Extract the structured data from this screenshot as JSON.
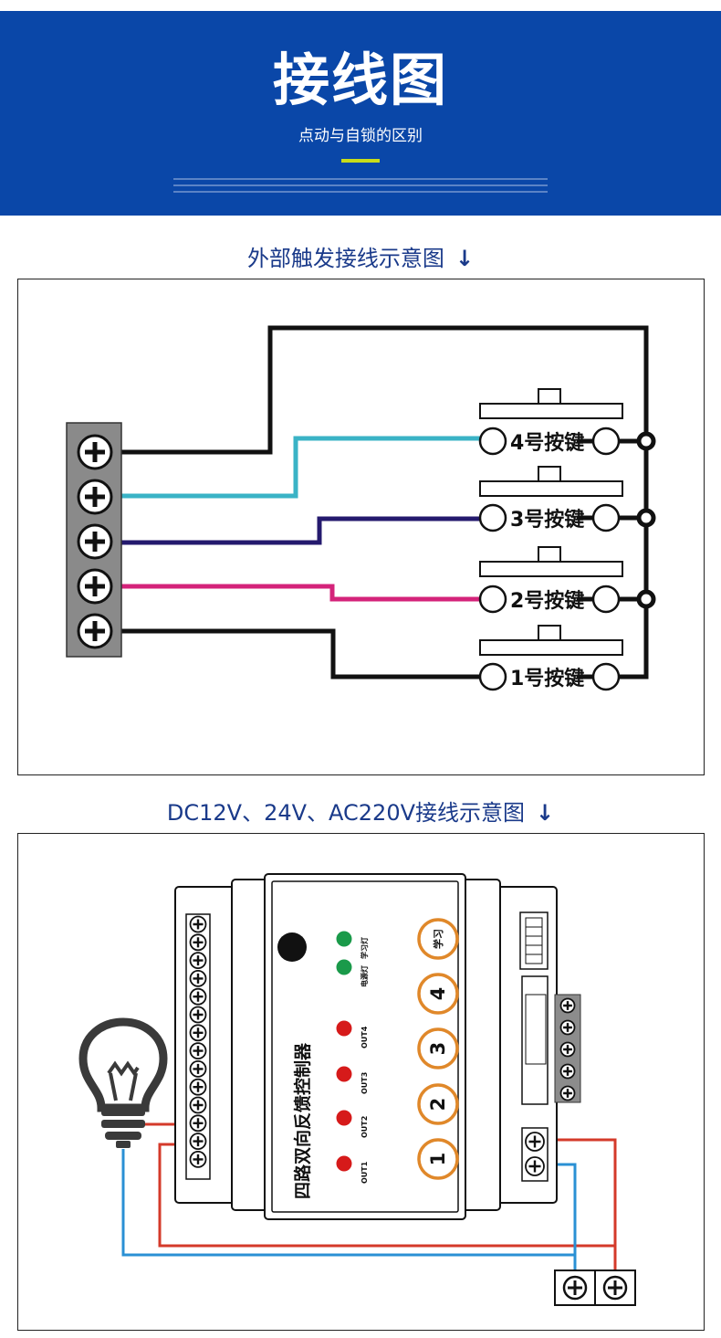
{
  "banner": {
    "title": "接线图",
    "subtitle": "点动与自锁的区别"
  },
  "diagram1": {
    "title": "外部触发接线示意图",
    "arrow_glyph": "↓",
    "buttons": [
      "4号按键",
      "3号按键",
      "2号按键",
      "1号按键"
    ],
    "wire_colors": {
      "black": "#111111",
      "cyan": "#3ab3c6",
      "navy": "#241a6e",
      "magenta": "#d4237a"
    },
    "terminal_block_color": "#8a8a8a"
  },
  "diagram2": {
    "title": "DC12V、24V、AC220V接线示意图",
    "arrow_glyph": "↓",
    "controller_name": "四路双向反馈控制器",
    "indicators": [
      {
        "label": "学习灯",
        "color": "#1a9a4a"
      },
      {
        "label": "电源灯",
        "color": "#1a9a4a"
      },
      {
        "label": "OUT4",
        "color": "#d61a1a"
      },
      {
        "label": "OUT3",
        "color": "#d61a1a"
      },
      {
        "label": "OUT2",
        "color": "#d61a1a"
      },
      {
        "label": "OUT1",
        "color": "#d61a1a"
      }
    ],
    "keys": [
      "学习",
      "4",
      "3",
      "2",
      "1"
    ],
    "key_ring_color": "#e0882a",
    "wire_colors": {
      "live": "#d43a2a",
      "neutral": "#2a90d4"
    }
  },
  "icons": {
    "load": "light-bulb-icon",
    "terminal": "screw-terminal-icon"
  }
}
